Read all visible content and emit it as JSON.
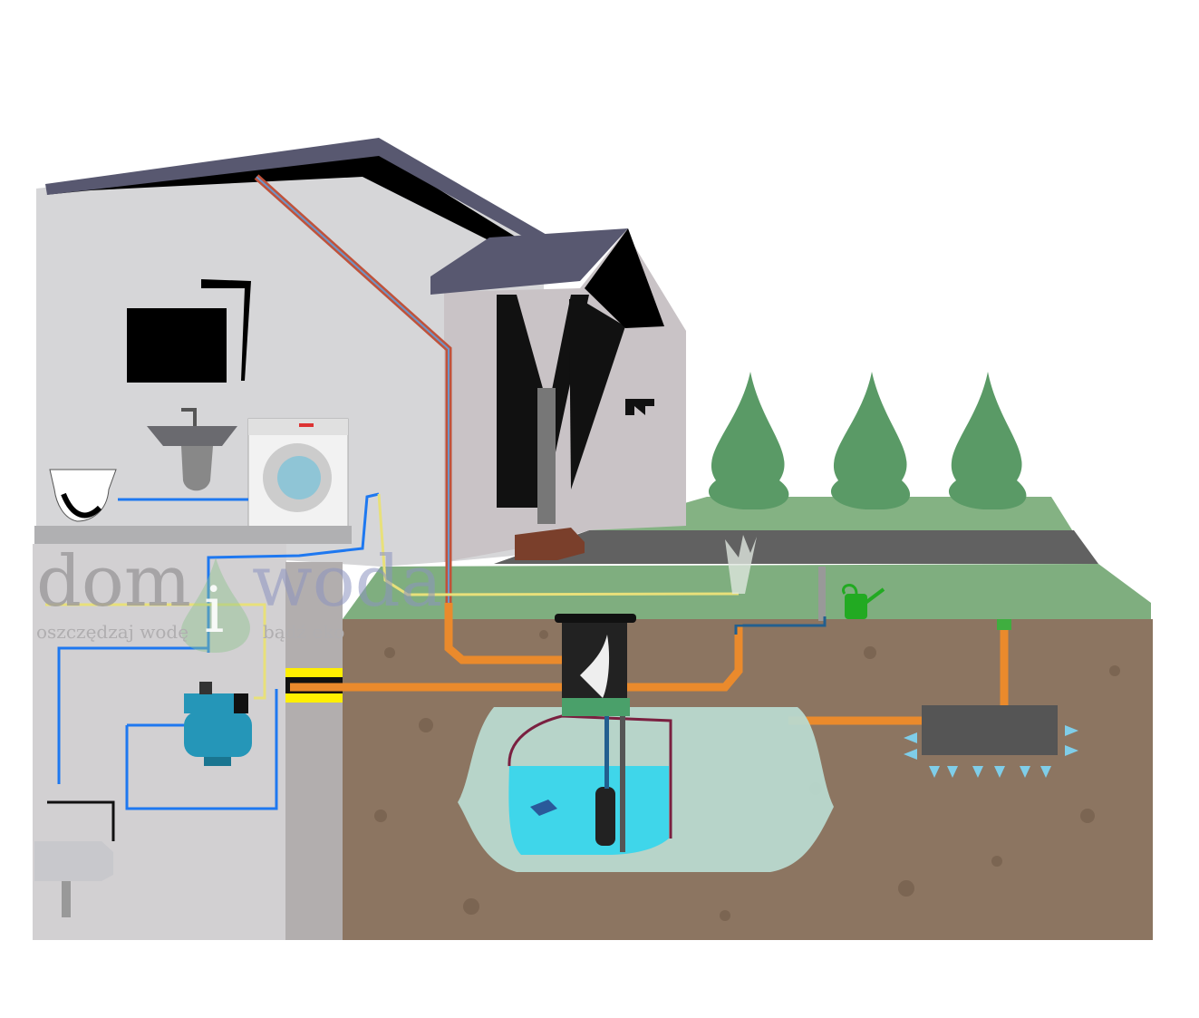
{
  "logo": {
    "word1": "dom",
    "word2": "i",
    "word3": "woda",
    "tagline1": "oszczędzaj wodę",
    "tagline2": "bądź eko"
  },
  "colors": {
    "soil": "#8c7561",
    "grass": "#7fae7f",
    "pipe_orange": "#ea8a2c",
    "pipe_blue": "#1e78f0",
    "pipe_yellow": "#e8e07a",
    "tank": "#b9d9cf",
    "water": "#3fd6ea",
    "roof": "#585870"
  }
}
